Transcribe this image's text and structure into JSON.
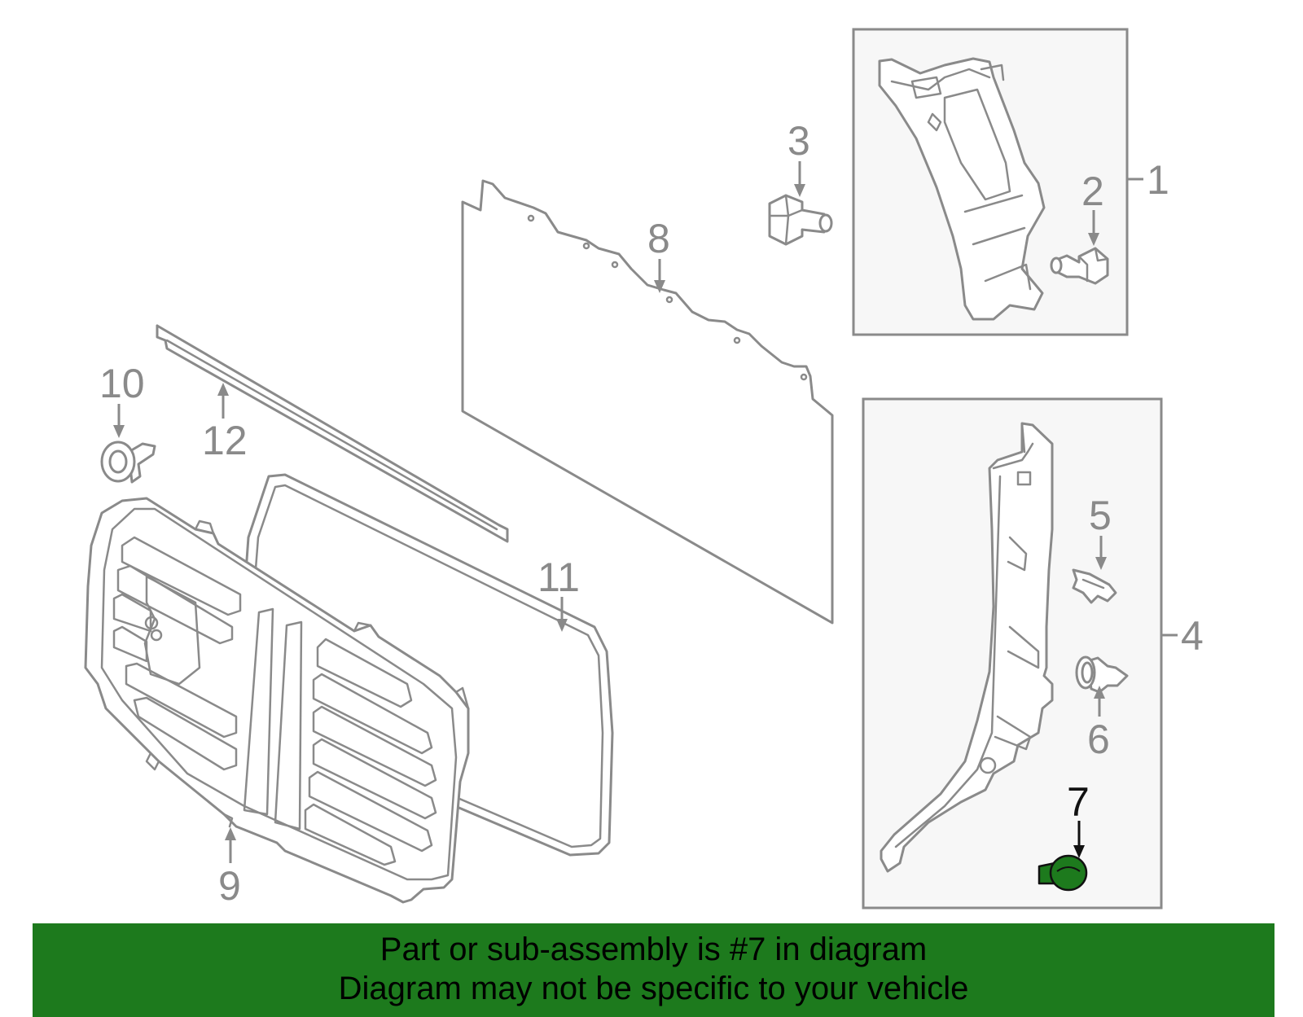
{
  "callouts": {
    "c1": "1",
    "c2": "2",
    "c3": "3",
    "c4": "4",
    "c5": "5",
    "c6": "6",
    "c7": "7",
    "c8": "8",
    "c9": "9",
    "c10": "10",
    "c11": "11",
    "c12": "12"
  },
  "highlight": {
    "part": "7",
    "color": "#1d7a1d"
  },
  "banner": {
    "line1": "Part or sub-assembly is #7 in diagram",
    "line2": "Diagram may not be specific to your vehicle"
  },
  "colors": {
    "line": "#8a8a8a",
    "banner_bg": "#1d7a1d",
    "box_bg": "#f7f7f7"
  }
}
